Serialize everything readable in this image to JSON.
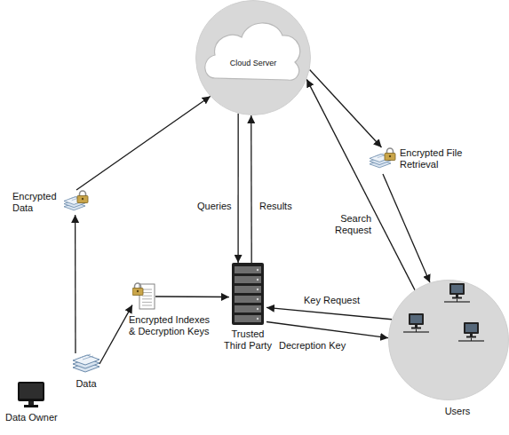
{
  "diagram": {
    "nodes": [
      {
        "text": [
          "Cloud Server"
        ]
      },
      {
        "text": [
          "Encrypted File Retrieval"
        ]
      },
      {
        "text": [
          "Encrypted Data"
        ]
      },
      {
        "text": [
          "Trusted Third Party"
        ]
      },
      {
        "text": [
          "Encrypted Indexes & Decryption Keys"
        ]
      },
      {
        "text": [
          "Users"
        ]
      },
      {
        "text": [
          "Data"
        ]
      },
      {
        "text": [
          "Data Owner"
        ]
      }
    ],
    "edges": [
      {
        "from": 6,
        "to": 2,
        "arrow": "to"
      },
      {
        "from": 2,
        "to": 0,
        "arrow": "to"
      },
      {
        "from": 6,
        "to": 4,
        "arrow": "to"
      },
      {
        "from": 4,
        "to": 3,
        "arrow": "to"
      },
      {
        "from": 0,
        "to": 3,
        "label": "Queries",
        "arrow": "to"
      },
      {
        "from": 3,
        "to": 0,
        "label": "Results",
        "arrow": "to"
      },
      {
        "from": 5,
        "to": 3,
        "label": "Key Request",
        "arrow": "to"
      },
      {
        "from": 3,
        "to": 5,
        "label": "Decreption Key",
        "arrow": "to"
      },
      {
        "from": 5,
        "to": 0,
        "label": "Search Request",
        "arrow": "to"
      },
      {
        "from": 0,
        "to": 1,
        "arrow": "to"
      },
      {
        "from": 1,
        "to": 5,
        "arrow": "to"
      }
    ]
  }
}
